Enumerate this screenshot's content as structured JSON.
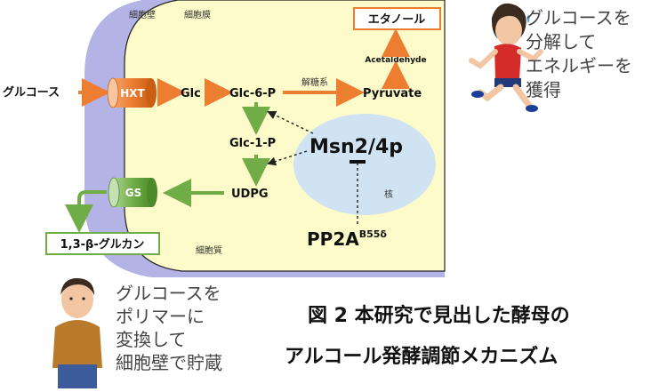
{
  "labels": {
    "cell_wall": "細胞壁",
    "cell_membrane": "細胞膜",
    "cytoplasm": "細胞質",
    "nucleus": "核",
    "glucose_in": "グルコース",
    "hxt": "HXT",
    "glc": "Glc",
    "glc6p": "Glc-6-P",
    "glycolysis": "解糖系",
    "pyruvate": "Pyruvate",
    "acetaldehyde": "Acetaldehyde",
    "ethanol": "エタノール",
    "glc1p": "Glc-1-P",
    "msn": "Msn2/4p",
    "udpg": "UDPG",
    "gs": "GS",
    "glucan": "1,3-β-グルカン",
    "pp2a": "PP2A",
    "pp2a_sup": "B55δ"
  },
  "callouts": {
    "runner": [
      "グルコースを",
      "分解して",
      "エネルギーを",
      "獲得"
    ],
    "storer": [
      "グルコースを",
      "ポリマーに",
      "変換して",
      "細胞壁で貯蔵"
    ]
  },
  "caption": {
    "line1": "図 2  本研究で見出した酵母の",
    "line2": "アルコール発酵調節メカニズム"
  },
  "colors": {
    "wall": "#b3b3e6",
    "cytoplasm": "#fdfbc9",
    "nucleus": "#cfe3f3",
    "orange": "#ed7d31",
    "green": "#70ad47"
  }
}
